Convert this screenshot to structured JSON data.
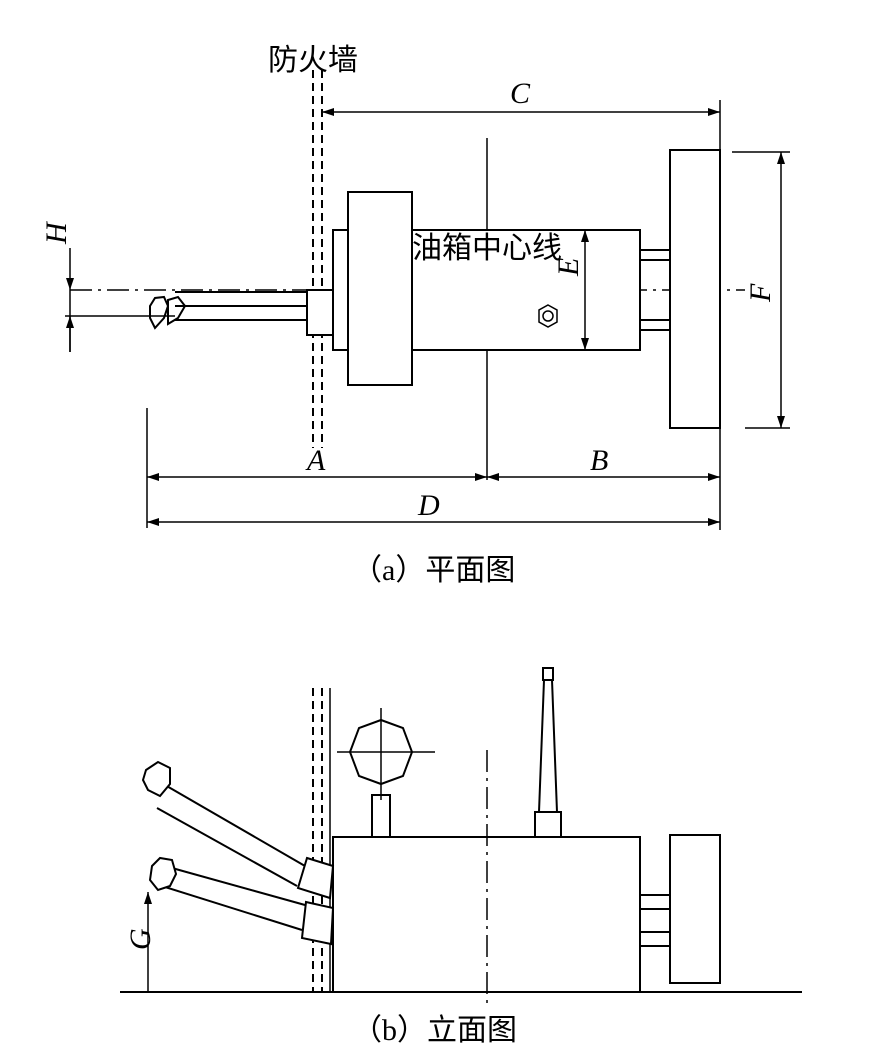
{
  "labels": {
    "firewall": "防火墙",
    "tank_centerline": "油箱中心线",
    "A": "A",
    "B": "B",
    "C": "C",
    "D": "D",
    "E": "E",
    "F": "F",
    "G": "G",
    "H": "H"
  },
  "captions": {
    "plan": "（a）平面图",
    "elevation": "（b）立面图"
  }
}
